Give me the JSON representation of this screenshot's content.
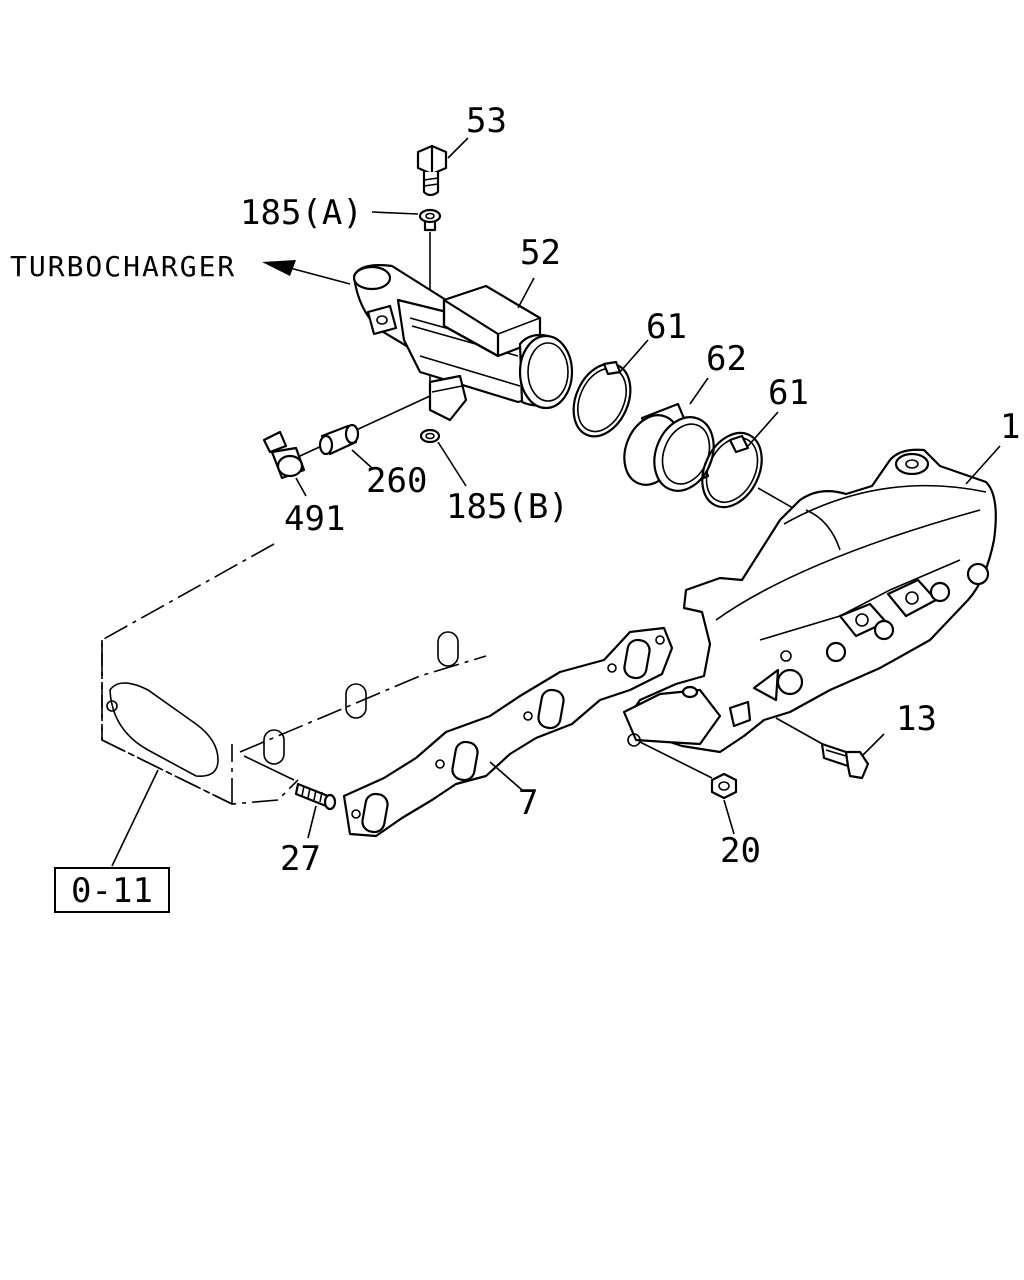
{
  "diagram": {
    "callout_label": "TURBOCHARGER",
    "reference_box": "0-11",
    "parts": [
      {
        "id": "p53",
        "label": "53"
      },
      {
        "id": "p185a",
        "label": "185(A)"
      },
      {
        "id": "p52",
        "label": "52"
      },
      {
        "id": "p61a",
        "label": "61"
      },
      {
        "id": "p62",
        "label": "62"
      },
      {
        "id": "p61b",
        "label": "61"
      },
      {
        "id": "p1",
        "label": "1"
      },
      {
        "id": "p260",
        "label": "260"
      },
      {
        "id": "p185b",
        "label": "185(B)"
      },
      {
        "id": "p491",
        "label": "491"
      },
      {
        "id": "p13",
        "label": "13"
      },
      {
        "id": "p7",
        "label": "7"
      },
      {
        "id": "p27",
        "label": "27"
      },
      {
        "id": "p20",
        "label": "20"
      }
    ]
  }
}
